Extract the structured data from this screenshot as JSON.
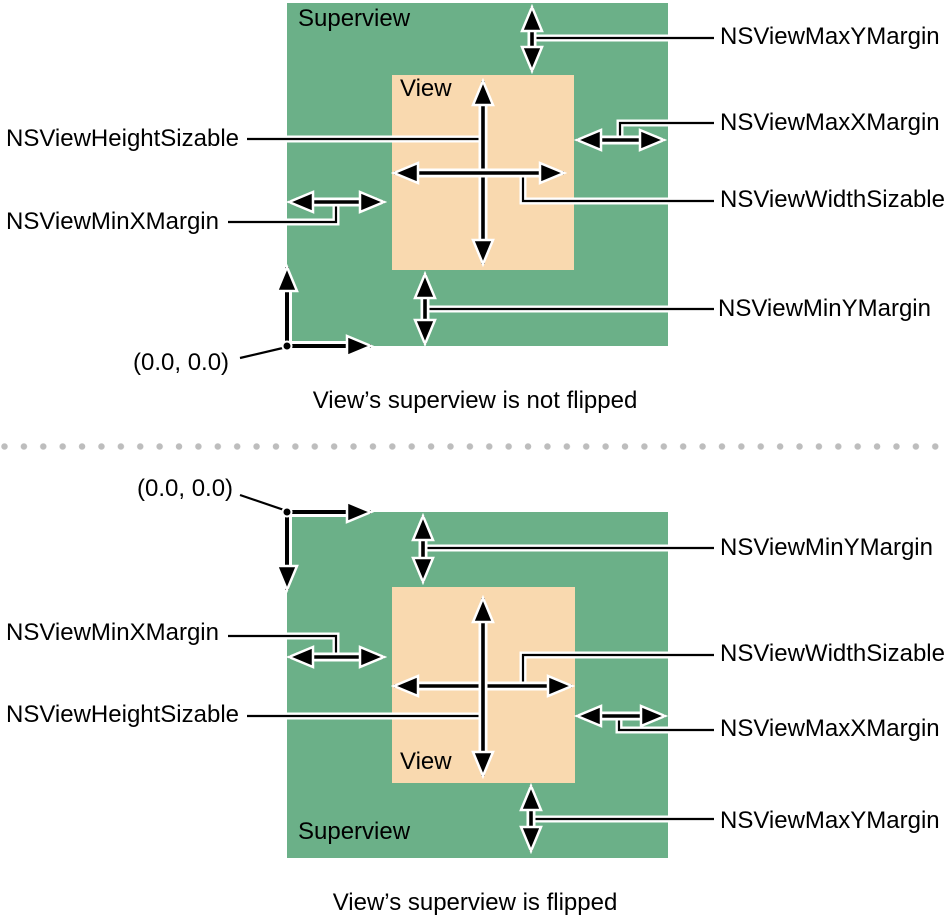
{
  "colors": {
    "superview_fill": "#6BB088",
    "view_fill": "#F9D9AF",
    "line": "#000000",
    "background": "#FFFFFF",
    "divider_dot": "#BDBDBD"
  },
  "diagram_top": {
    "superview_label": "Superview",
    "view_label": "View",
    "origin_label": "(0.0, 0.0)",
    "caption": "View’s superview is not flipped",
    "labels": {
      "max_y_margin": "NSViewMaxYMargin",
      "max_x_margin": "NSViewMaxXMargin",
      "width_sizable": "NSViewWidthSizable",
      "min_y_margin": "NSViewMinYMargin",
      "height_sizable": "NSViewHeightSizable",
      "min_x_margin": "NSViewMinXMargin"
    }
  },
  "diagram_bottom": {
    "superview_label": "Superview",
    "view_label": "View",
    "origin_label": "(0.0, 0.0)",
    "caption": "View’s superview is flipped",
    "labels": {
      "min_y_margin": "NSViewMinYMargin",
      "width_sizable": "NSViewWidthSizable",
      "max_x_margin": "NSViewMaxXMargin",
      "max_y_margin": "NSViewMaxYMargin",
      "min_x_margin": "NSViewMinXMargin",
      "height_sizable": "NSViewHeightSizable"
    }
  }
}
